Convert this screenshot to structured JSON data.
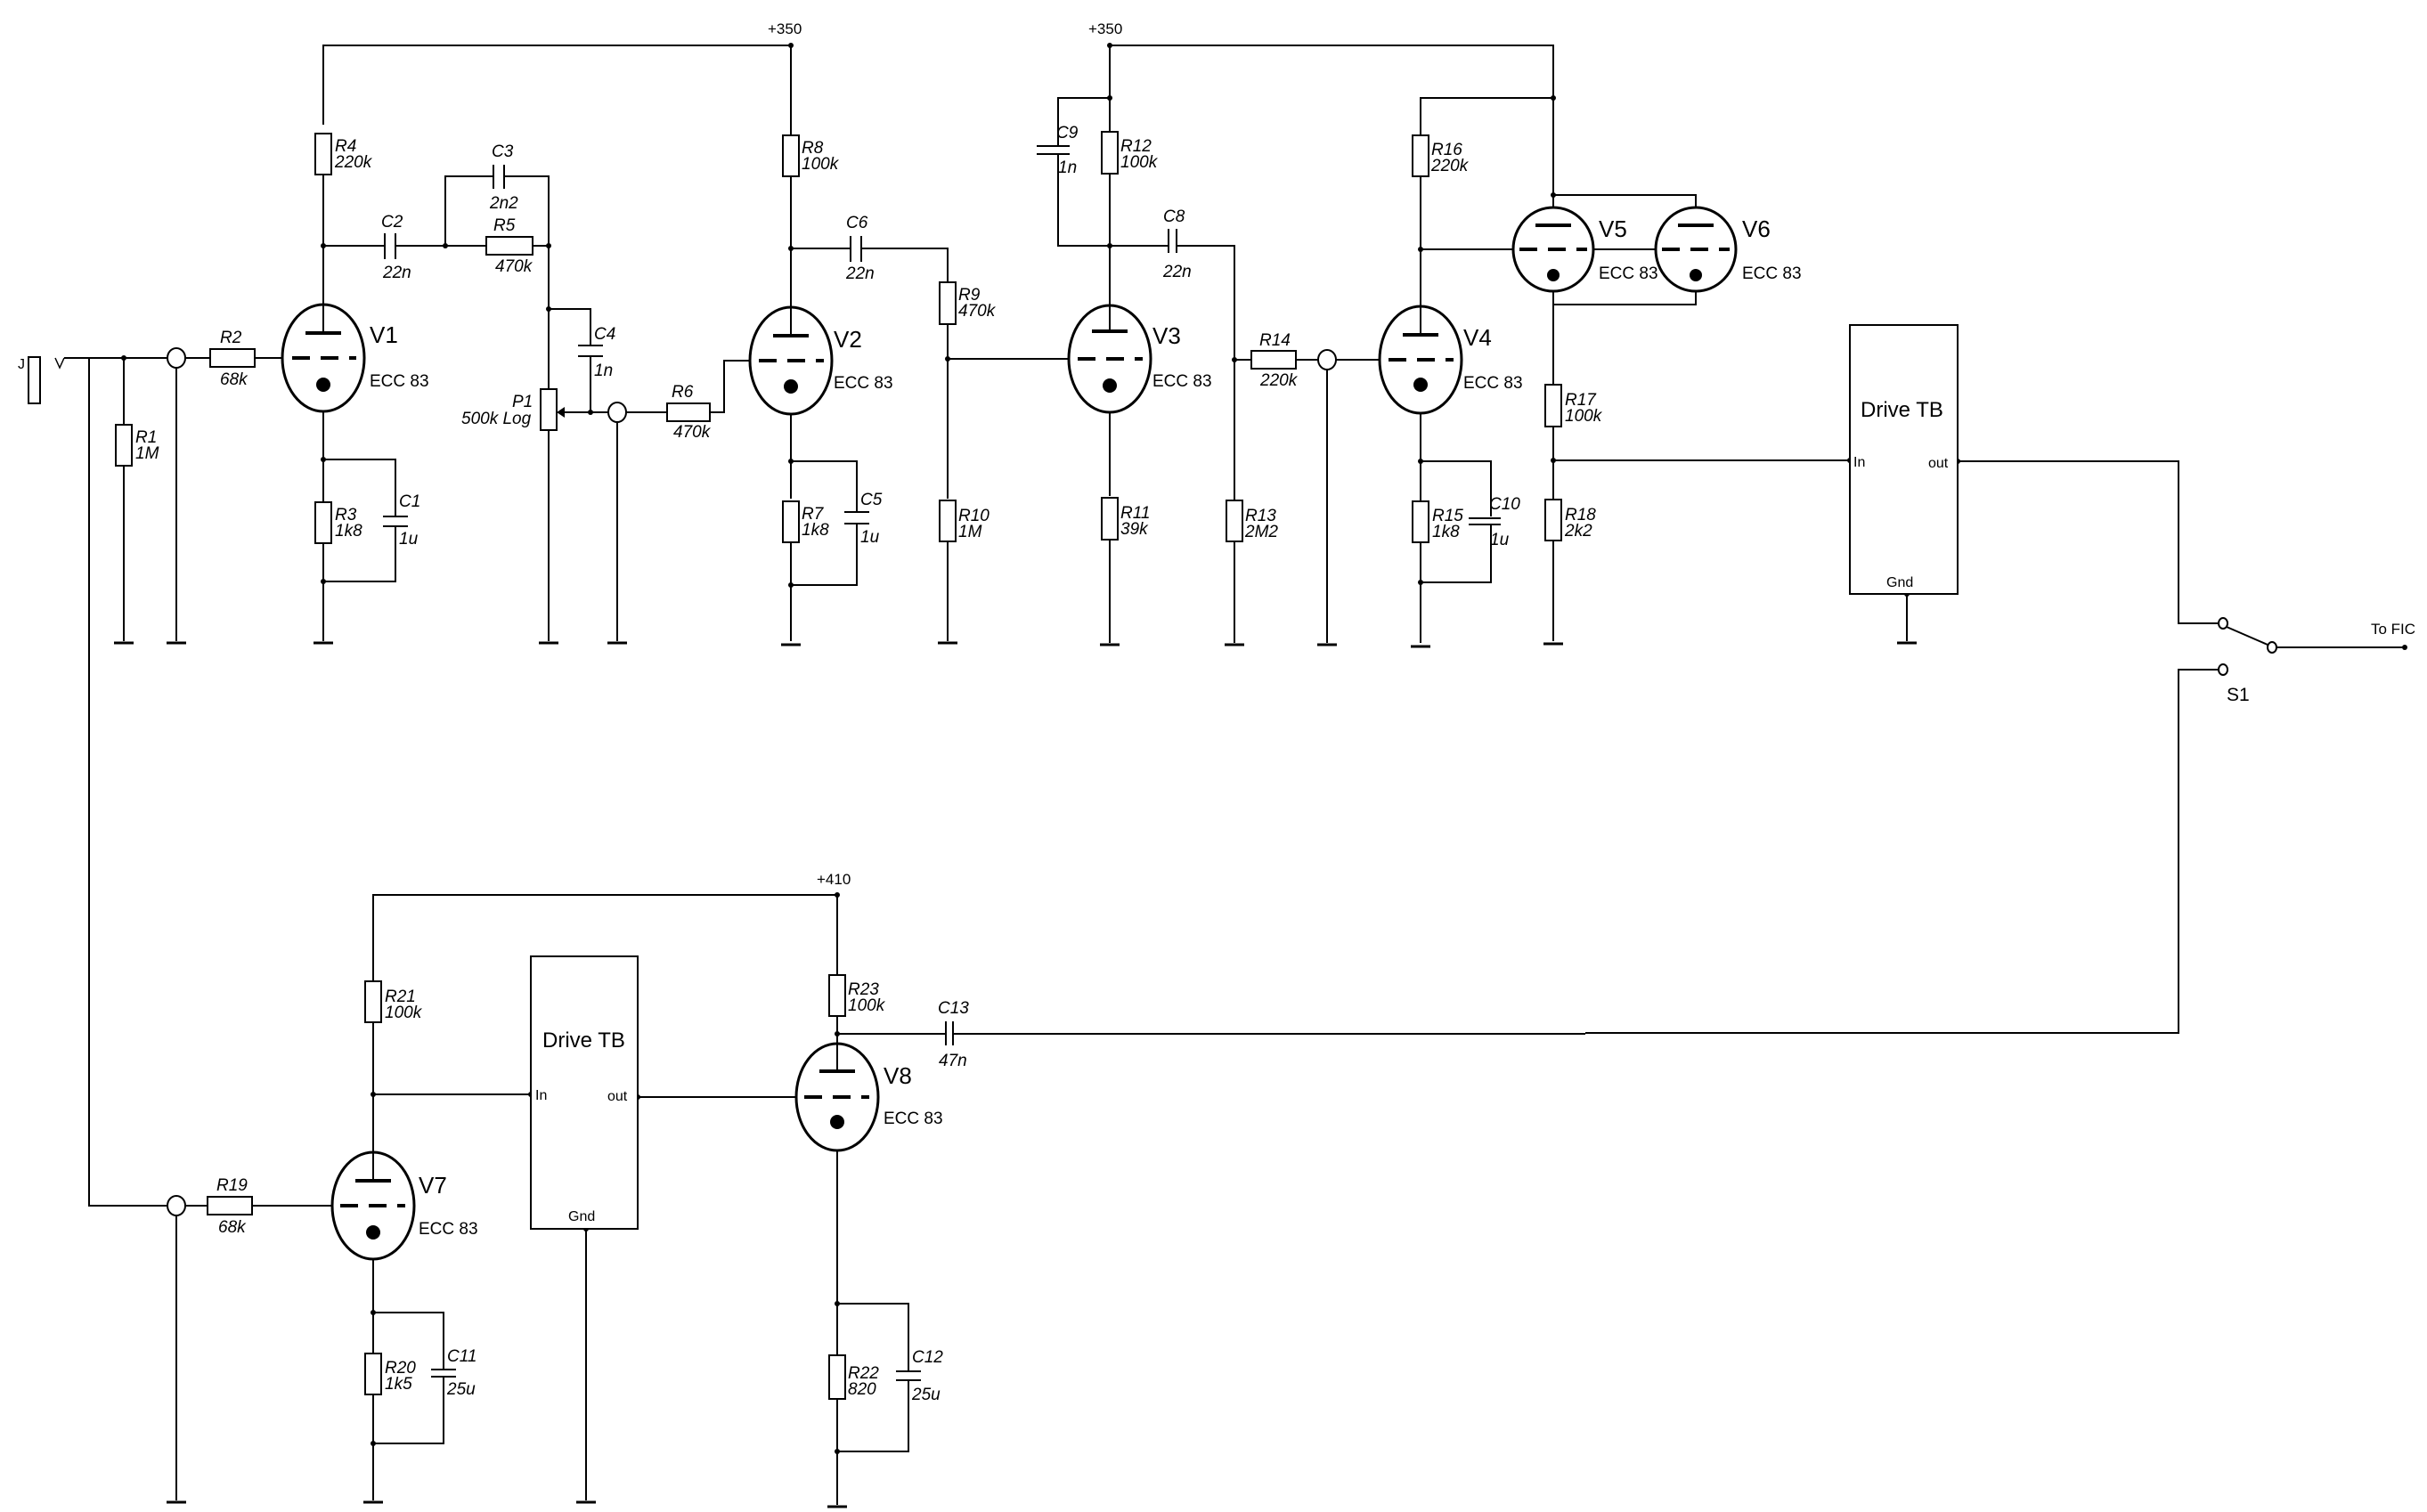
{
  "title": "Tube preamp schematic with Drive TB modules",
  "rails": {
    "top_left": "+350",
    "top_right": "+350",
    "bottom": "+410"
  },
  "input": {
    "jack_label": "J",
    "tip_label": "V"
  },
  "tubes": {
    "V1": {
      "name": "V1",
      "type": "ECC 83"
    },
    "V2": {
      "name": "V2",
      "type": "ECC 83"
    },
    "V3": {
      "name": "V3",
      "type": "ECC 83"
    },
    "V4": {
      "name": "V4",
      "type": "ECC 83"
    },
    "V5": {
      "name": "V5",
      "type": "ECC 83"
    },
    "V6": {
      "name": "V6",
      "type": "ECC 83"
    },
    "V7": {
      "name": "V7",
      "type": "ECC 83"
    },
    "V8": {
      "name": "V8",
      "type": "ECC 83"
    }
  },
  "resistors": {
    "R1": {
      "ref": "R1",
      "value": "1M"
    },
    "R2": {
      "ref": "R2",
      "value": "68k"
    },
    "R3": {
      "ref": "R3",
      "value": "1k8"
    },
    "R4": {
      "ref": "R4",
      "value": "220k"
    },
    "R5": {
      "ref": "R5",
      "value": "470k"
    },
    "R6": {
      "ref": "R6",
      "value": "470k"
    },
    "R7": {
      "ref": "R7",
      "value": "1k8"
    },
    "R8": {
      "ref": "R8",
      "value": "100k"
    },
    "R9": {
      "ref": "R9",
      "value": "470k"
    },
    "R10": {
      "ref": "R10",
      "value": "1M"
    },
    "R11": {
      "ref": "R11",
      "value": "39k"
    },
    "R12": {
      "ref": "R12",
      "value": "100k"
    },
    "R13": {
      "ref": "R13",
      "value": "2M2"
    },
    "R14": {
      "ref": "R14",
      "value": "220k"
    },
    "R15": {
      "ref": "R15",
      "value": "1k8"
    },
    "R16": {
      "ref": "R16",
      "value": "220k"
    },
    "R17": {
      "ref": "R17",
      "value": "100k"
    },
    "R18": {
      "ref": "R18",
      "value": "2k2"
    },
    "R19": {
      "ref": "R19",
      "value": "68k"
    },
    "R20": {
      "ref": "R20",
      "value": "1k5"
    },
    "R21": {
      "ref": "R21",
      "value": "100k"
    },
    "R22": {
      "ref": "R22",
      "value": "820"
    },
    "R23": {
      "ref": "R23",
      "value": "100k"
    }
  },
  "capacitors": {
    "C1": {
      "ref": "C1",
      "value": "1u"
    },
    "C2": {
      "ref": "C2",
      "value": "22n"
    },
    "C3": {
      "ref": "C3",
      "value": "2n2"
    },
    "C4": {
      "ref": "C4",
      "value": "1n"
    },
    "C5": {
      "ref": "C5",
      "value": "1u"
    },
    "C6": {
      "ref": "C6",
      "value": "22n"
    },
    "C8": {
      "ref": "C8",
      "value": "22n"
    },
    "C9": {
      "ref": "C9",
      "value": "1n"
    },
    "C10": {
      "ref": "C10",
      "value": "1u"
    },
    "C11": {
      "ref": "C11",
      "value": "25u"
    },
    "C12": {
      "ref": "C12",
      "value": "25u"
    },
    "C13": {
      "ref": "C13",
      "value": "47n"
    }
  },
  "pot": {
    "ref": "P1",
    "value": "500k Log"
  },
  "blocks": {
    "drive_top": {
      "title": "Drive TB",
      "in": "In",
      "out": "out",
      "gnd": "Gnd"
    },
    "drive_bottom": {
      "title": "Drive TB",
      "in": "In",
      "out": "out",
      "gnd": "Gnd"
    }
  },
  "switch": {
    "ref": "S1",
    "output_label": "To FIC"
  }
}
